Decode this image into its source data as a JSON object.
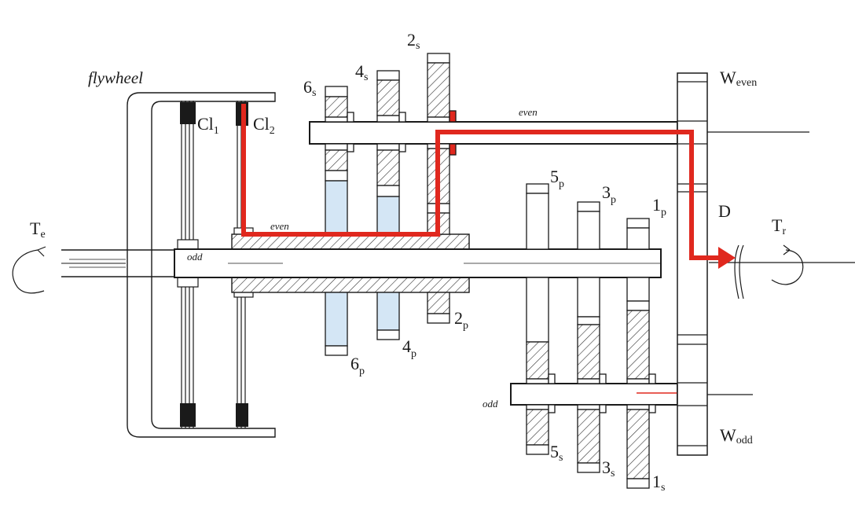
{
  "colors": {
    "outline": "#1a1a1a",
    "hatch": "#333333",
    "shaded_gear": "#d4e6f5",
    "power_path": "#e0281e",
    "background": "#ffffff"
  },
  "labels": {
    "flywheel": "flywheel",
    "cl1": {
      "base": "Cl",
      "sub": "1"
    },
    "cl2": {
      "base": "Cl",
      "sub": "2"
    },
    "te": {
      "base": "T",
      "sub": "e"
    },
    "tr": {
      "base": "T",
      "sub": "r"
    },
    "w_even": {
      "base": "W",
      "sub": "even"
    },
    "w_odd": {
      "base": "W",
      "sub": "odd"
    },
    "d": "D",
    "even_upper": "even",
    "even_lower": "even",
    "odd_shaft": "odd",
    "odd_counter": "odd",
    "g6s": {
      "base": "6",
      "sub": "s"
    },
    "g4s": {
      "base": "4",
      "sub": "s"
    },
    "g2s": {
      "base": "2",
      "sub": "s"
    },
    "g6p": {
      "base": "6",
      "sub": "p"
    },
    "g4p": {
      "base": "4",
      "sub": "p"
    },
    "g2p": {
      "base": "2",
      "sub": "p"
    },
    "g5p": {
      "base": "5",
      "sub": "p"
    },
    "g3p": {
      "base": "3",
      "sub": "p"
    },
    "g1p": {
      "base": "1",
      "sub": "p"
    },
    "g5s": {
      "base": "5",
      "sub": "s"
    },
    "g3s": {
      "base": "3",
      "sub": "s"
    },
    "g1s": {
      "base": "1",
      "sub": "s"
    }
  }
}
